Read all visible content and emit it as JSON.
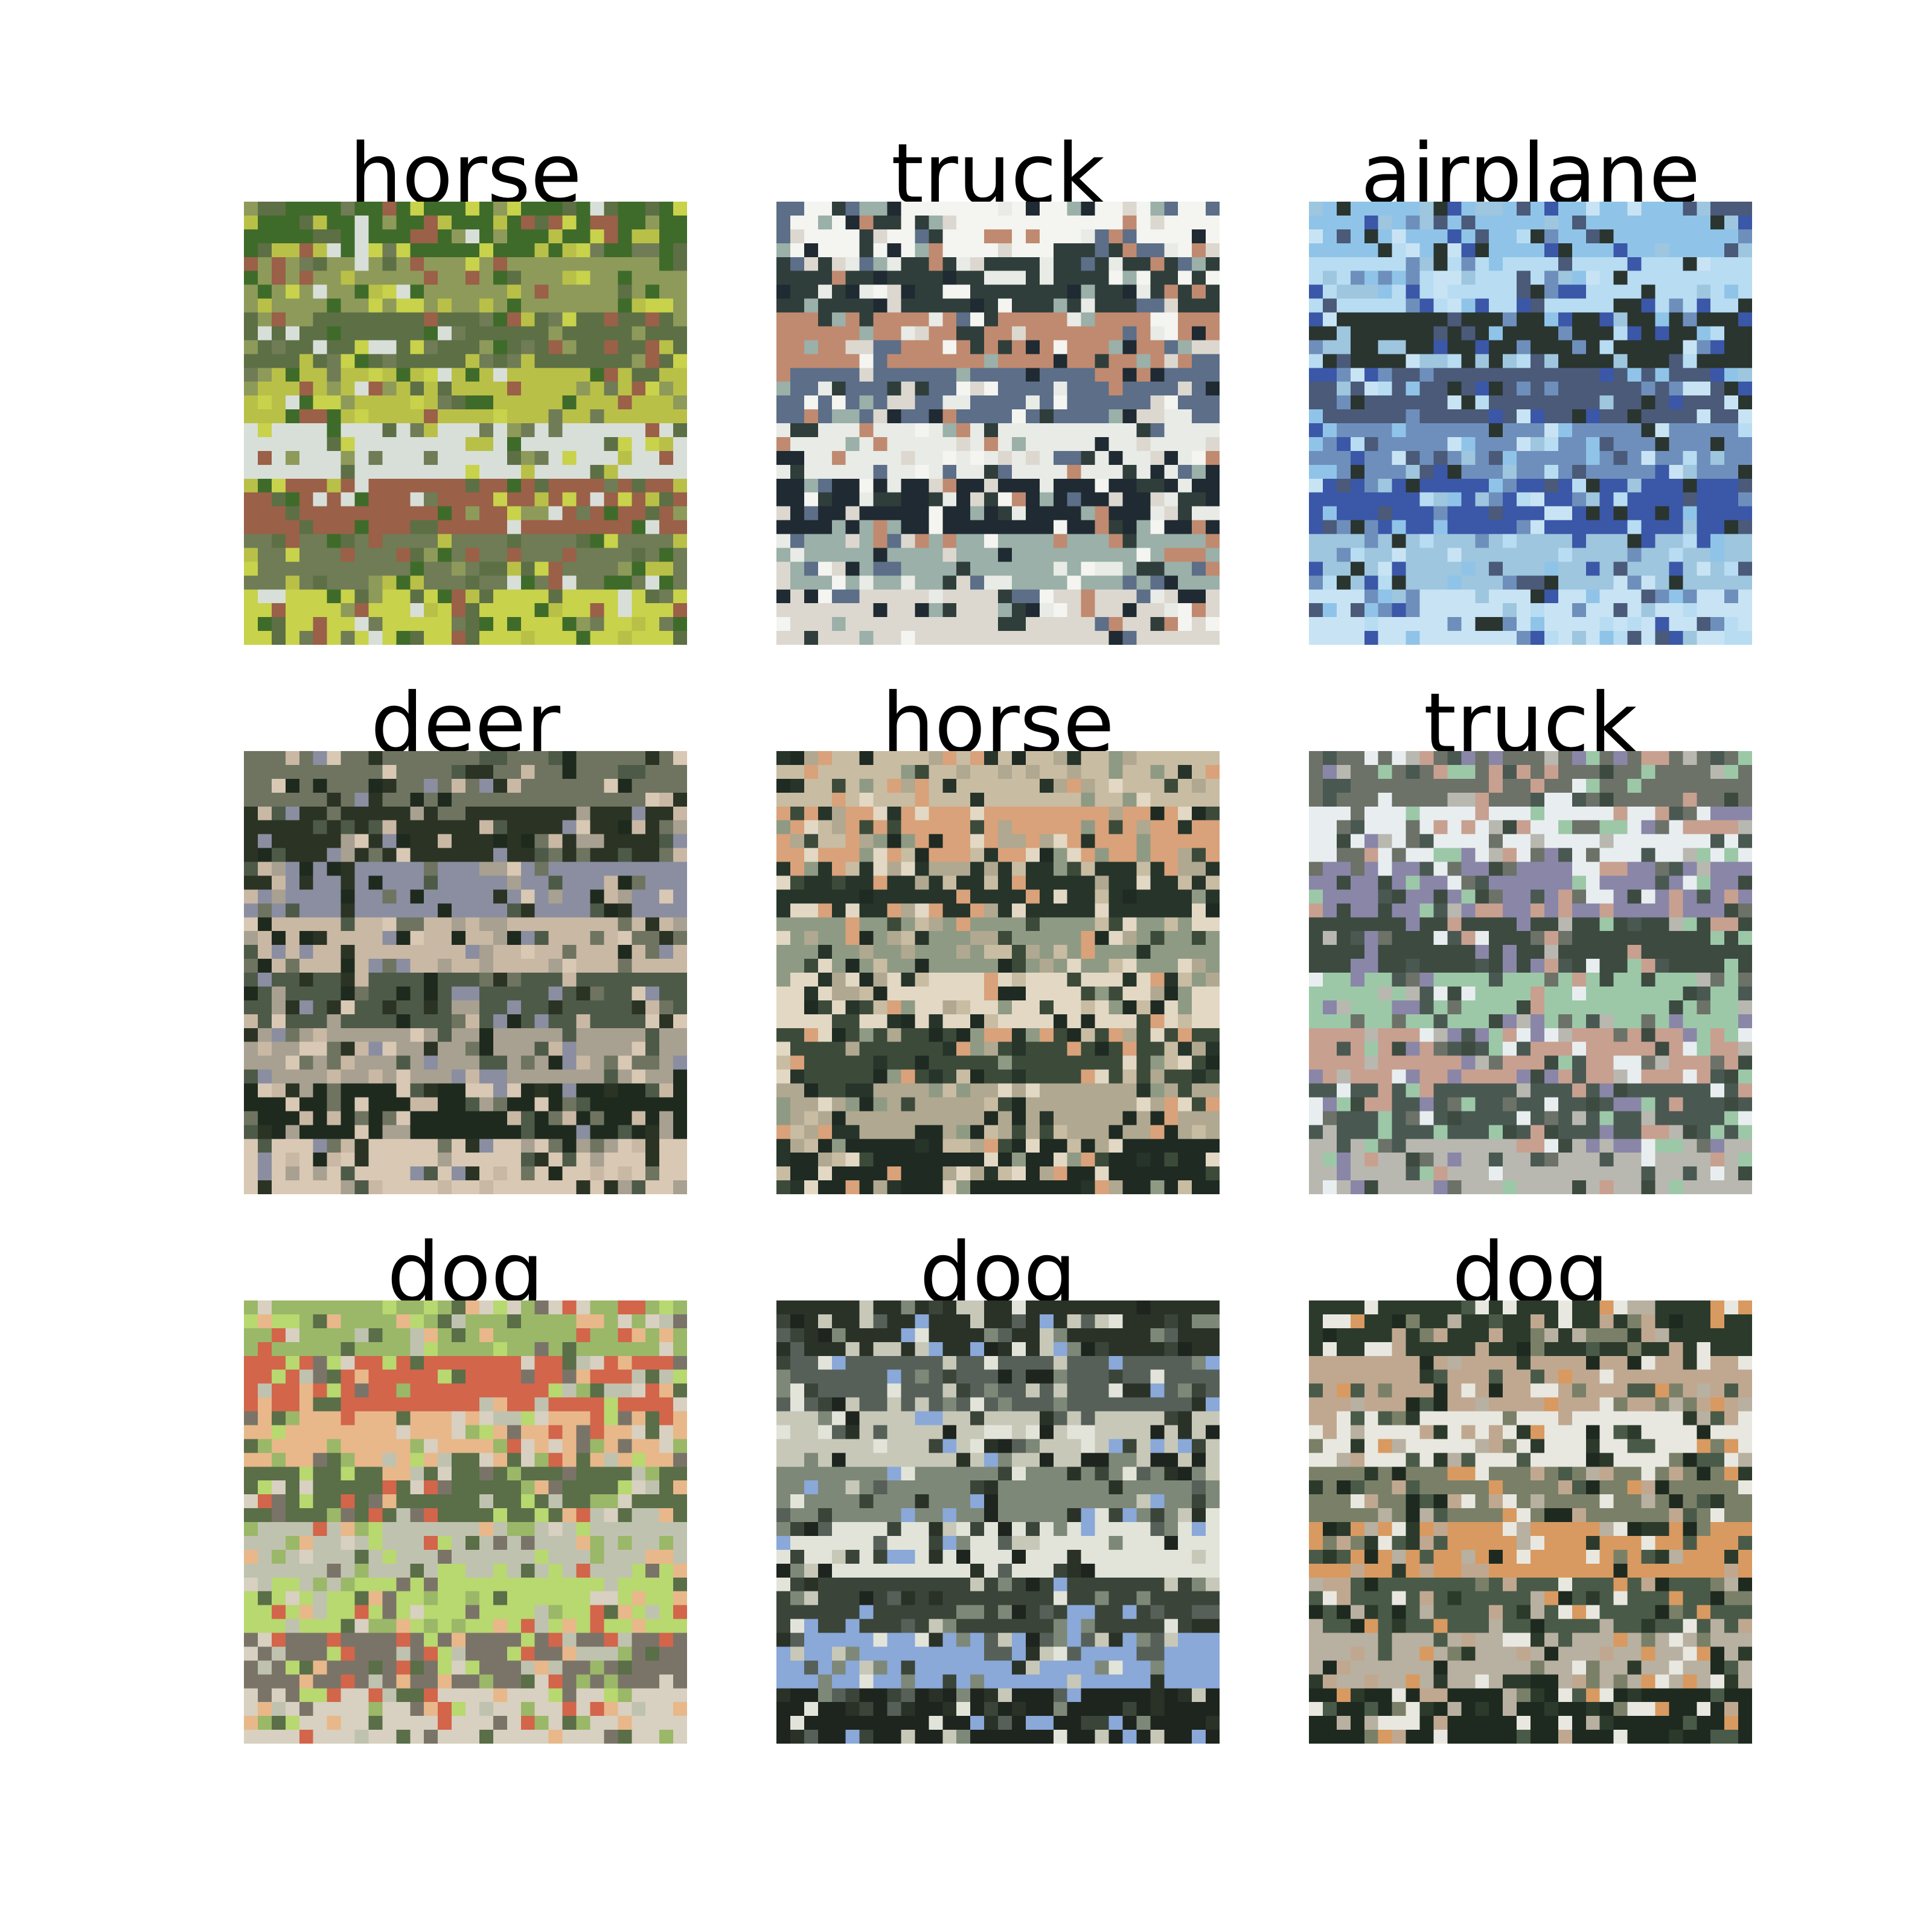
{
  "figure": {
    "panels": [
      {
        "label": "horse",
        "palette": [
          "#3f6b2a",
          "#8e9a5a",
          "#5d6f45",
          "#b9c047",
          "#d8dfd9",
          "#9a6048",
          "#6f7c55",
          "#c8d24a"
        ]
      },
      {
        "label": "truck",
        "palette": [
          "#f4f4f0",
          "#2f3e3a",
          "#c08a70",
          "#5c6e88",
          "#e8ebe6",
          "#1f2a32",
          "#9ab0a8",
          "#dcd8d0"
        ]
      },
      {
        "label": "airplane",
        "palette": [
          "#8fc4e8",
          "#b8dcf2",
          "#2a3530",
          "#4a5a78",
          "#6e8fbc",
          "#3b57a8",
          "#9ec6de",
          "#c8e4f4"
        ]
      },
      {
        "label": "deer",
        "palette": [
          "#6e7460",
          "#2b3324",
          "#8a8ea0",
          "#c9b8a4",
          "#4d5a48",
          "#a8a090",
          "#1f2a1e",
          "#d8c8b4"
        ]
      },
      {
        "label": "horse",
        "palette": [
          "#c8bca2",
          "#d9a27a",
          "#26342a",
          "#8f9a84",
          "#e2d8c4",
          "#3c4a3a",
          "#b0a890",
          "#1e2a22"
        ]
      },
      {
        "label": "truck",
        "palette": [
          "#6c7268",
          "#e8eef0",
          "#8a86a8",
          "#3c4a40",
          "#9cc8a8",
          "#c8a090",
          "#4a5852",
          "#b8b8b0"
        ]
      },
      {
        "label": "dog",
        "palette": [
          "#9ab868",
          "#d2654a",
          "#e8b88a",
          "#5a6e48",
          "#c0c2b0",
          "#b8d870",
          "#7a7468",
          "#d8d0c0"
        ]
      },
      {
        "label": "dog",
        "palette": [
          "#2a3228",
          "#566058",
          "#c8c8b8",
          "#7e8878",
          "#e2e4da",
          "#3a4438",
          "#8aa8d8",
          "#1e241e"
        ]
      },
      {
        "label": "dog",
        "palette": [
          "#2c3a2c",
          "#c0a890",
          "#e8e8e0",
          "#7a8068",
          "#d89a60",
          "#4a5a48",
          "#b8b0a0",
          "#1e2a20"
        ]
      }
    ]
  }
}
